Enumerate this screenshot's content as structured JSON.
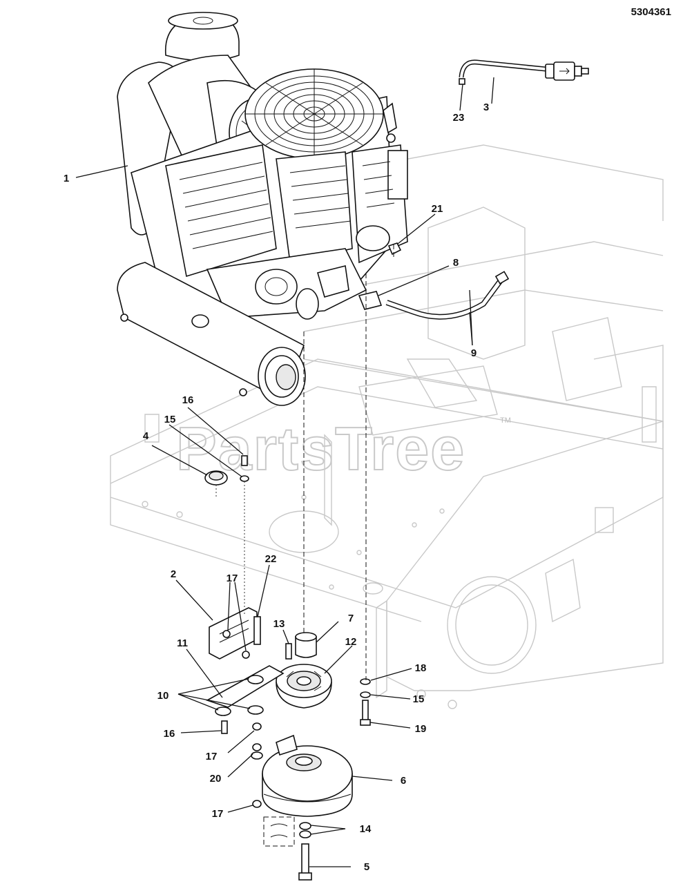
{
  "part_number": "5304361",
  "watermark": "PartsTree",
  "watermark_tm": "TM",
  "callouts": [
    {
      "id": "c1",
      "label": "1"
    },
    {
      "id": "c2",
      "label": "2"
    },
    {
      "id": "c3",
      "label": "3"
    },
    {
      "id": "c4",
      "label": "4"
    },
    {
      "id": "c5",
      "label": "5"
    },
    {
      "id": "c6",
      "label": "6"
    },
    {
      "id": "c7",
      "label": "7"
    },
    {
      "id": "c8",
      "label": "8"
    },
    {
      "id": "c9",
      "label": "9"
    },
    {
      "id": "c10",
      "label": "10"
    },
    {
      "id": "c11",
      "label": "11"
    },
    {
      "id": "c12",
      "label": "12"
    },
    {
      "id": "c13",
      "label": "13"
    },
    {
      "id": "c14",
      "label": "14"
    },
    {
      "id": "c15a",
      "label": "15"
    },
    {
      "id": "c15b",
      "label": "15"
    },
    {
      "id": "c16a",
      "label": "16"
    },
    {
      "id": "c16b",
      "label": "16"
    },
    {
      "id": "c17a",
      "label": "17"
    },
    {
      "id": "c17b",
      "label": "17"
    },
    {
      "id": "c17c",
      "label": "17"
    },
    {
      "id": "c18",
      "label": "18"
    },
    {
      "id": "c19",
      "label": "19"
    },
    {
      "id": "c20",
      "label": "20"
    },
    {
      "id": "c21",
      "label": "21"
    },
    {
      "id": "c22",
      "label": "22"
    },
    {
      "id": "c23",
      "label": "23"
    }
  ]
}
